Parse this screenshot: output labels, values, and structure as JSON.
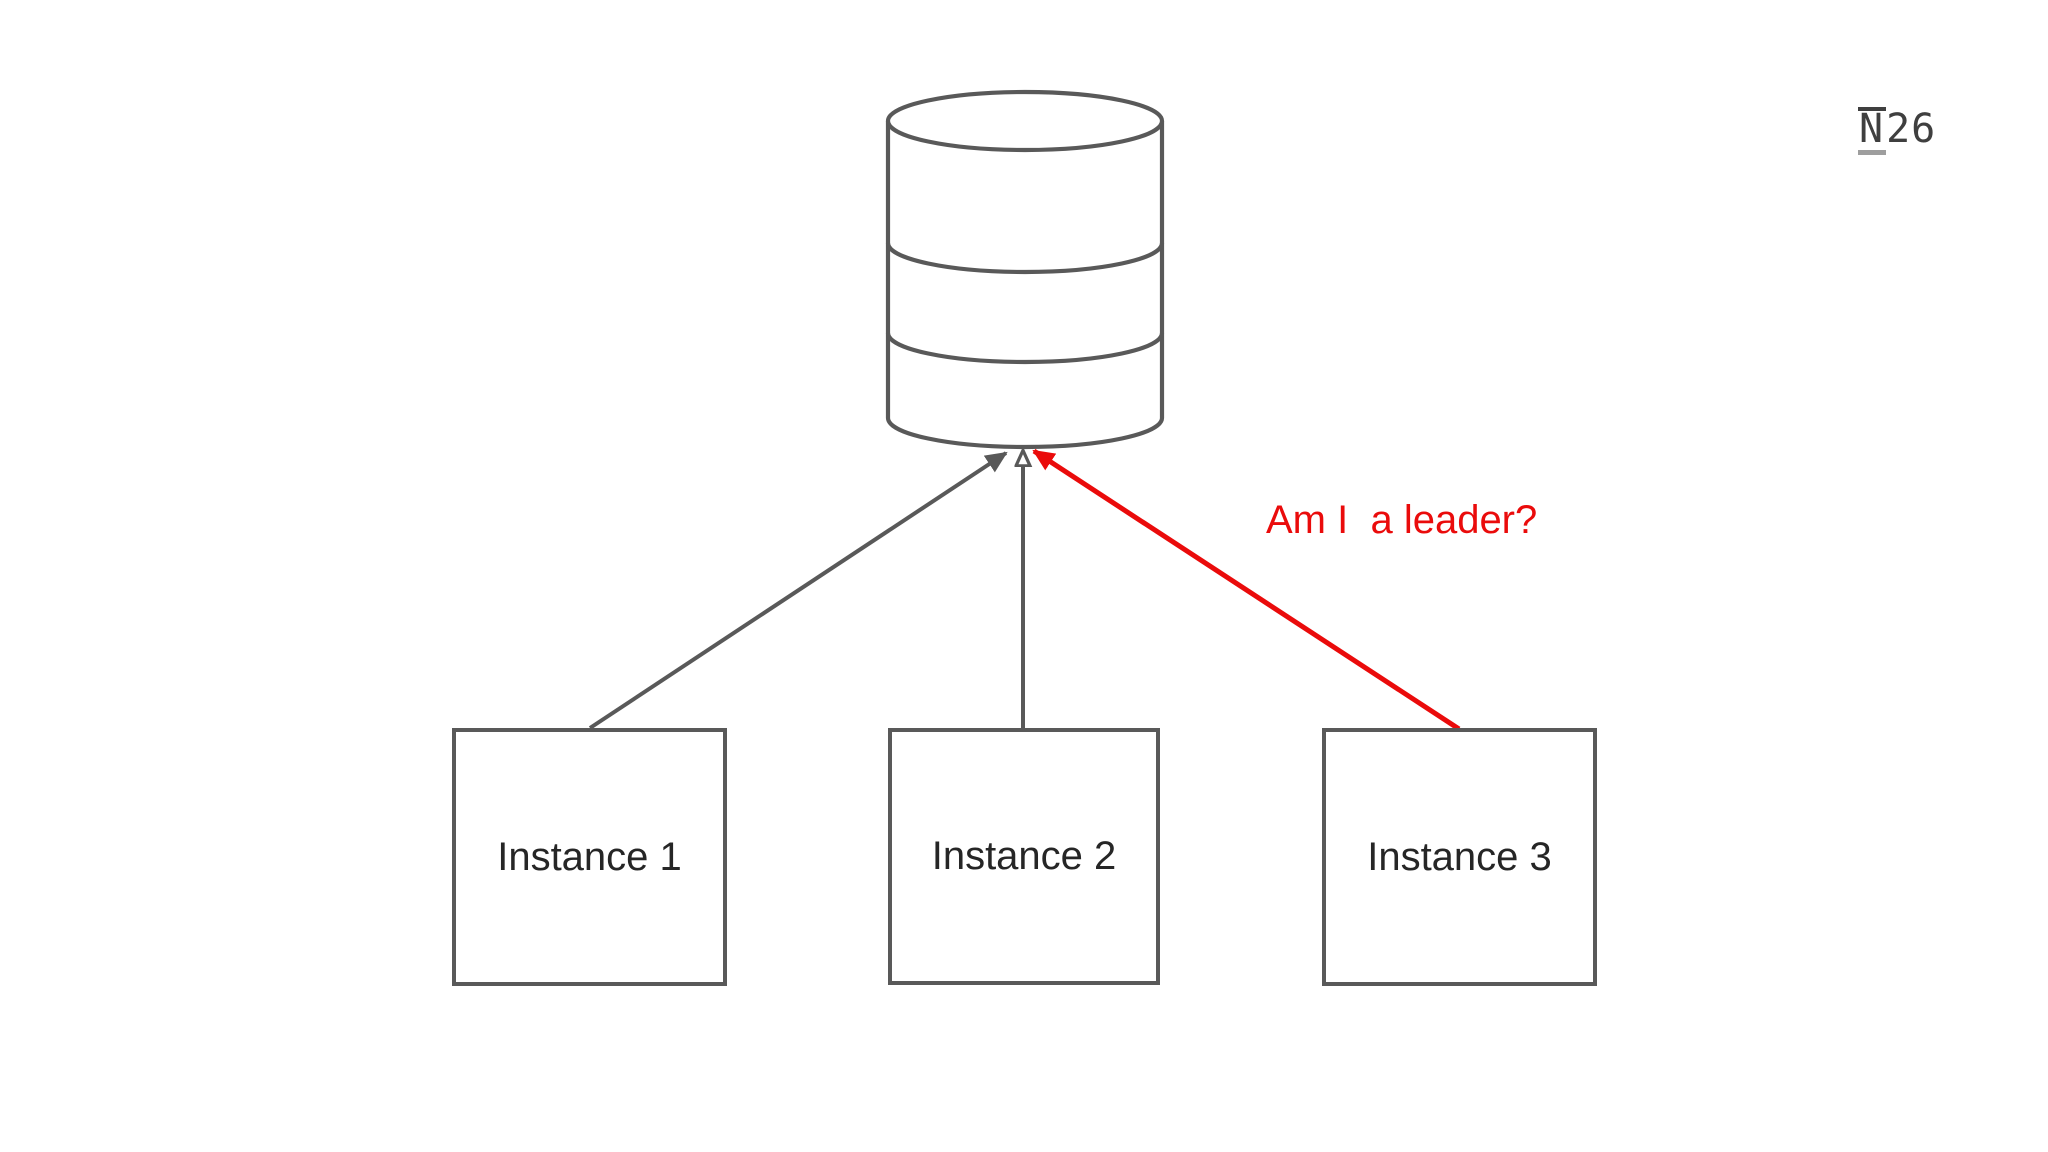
{
  "colors": {
    "background": "#ffffff",
    "stroke_gray": "#595959",
    "label_text": "#262626",
    "accent_red": "#ea0b0b",
    "logo_dark": "#3f3f3f",
    "logo_underline": "#9e9e9e"
  },
  "logo": {
    "n": "N",
    "suffix": "26"
  },
  "diagram": {
    "database": {
      "icon_name": "database-cylinder"
    },
    "instances": [
      {
        "label": "Instance 1"
      },
      {
        "label": "Instance 2"
      },
      {
        "label": "Instance 3"
      }
    ],
    "connections": [
      {
        "from": "instance-1",
        "to": "database",
        "style": "solid-gray",
        "arrowhead": "filled"
      },
      {
        "from": "instance-2",
        "to": "database",
        "style": "solid-gray",
        "arrowhead": "open"
      },
      {
        "from": "instance-3",
        "to": "database",
        "style": "solid-red",
        "arrowhead": "filled",
        "label": "Am I  a leader?"
      }
    ]
  }
}
